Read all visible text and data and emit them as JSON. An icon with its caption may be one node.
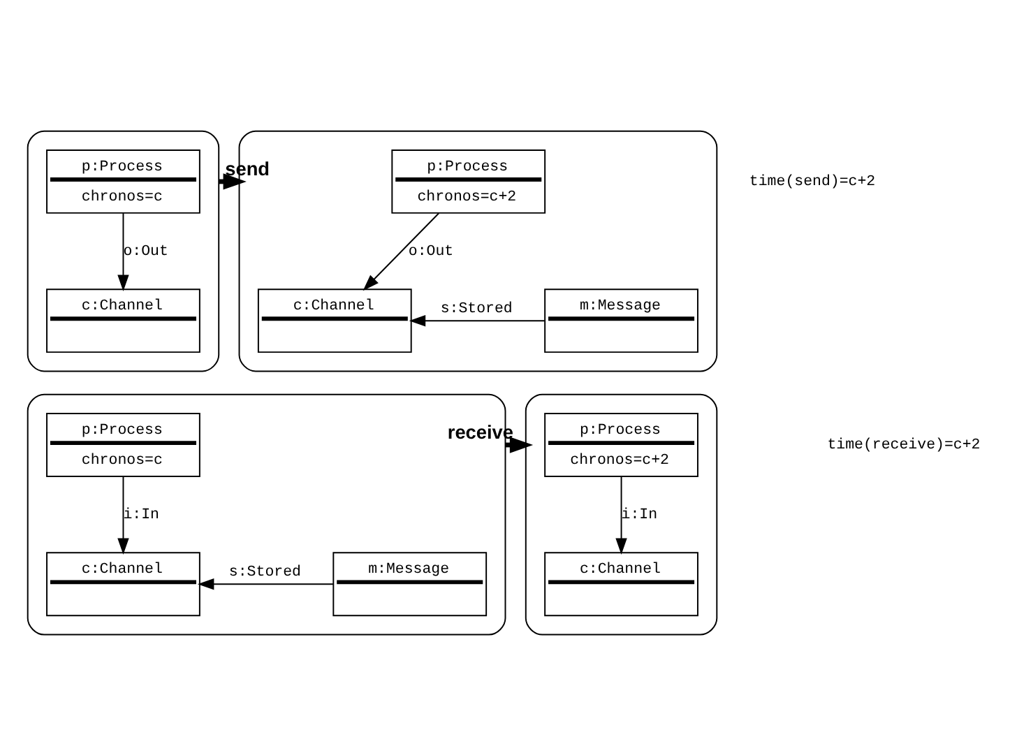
{
  "diagram": {
    "nodes": [
      {
        "text": [],
        "shape": "box"
      },
      {
        "text": [
          "p:Process",
          "chronos=c"
        ],
        "in": 0
      },
      {
        "text": [
          "c:Channel"
        ],
        "in": 0
      },
      {
        "text": [],
        "shape": "box"
      },
      {
        "text": [
          "p:Process",
          "chronos=c+2"
        ],
        "in": 3
      },
      {
        "text": [
          "c:Channel"
        ],
        "in": 3
      },
      {
        "text": [
          "m:Message"
        ],
        "in": 3
      },
      {
        "text": [],
        "shape": "box"
      },
      {
        "text": [
          "p:Process",
          "chronos=c"
        ],
        "in": 7
      },
      {
        "text": [
          "c:Channel"
        ],
        "in": 7
      },
      {
        "text": [
          "m:Message"
        ],
        "in": 7
      },
      {
        "text": [],
        "shape": "box"
      },
      {
        "text": [
          "p:Process",
          "chronos=c+2"
        ],
        "in": 11
      },
      {
        "text": [
          "c:Channel"
        ],
        "in": 11
      }
    ],
    "edges": [
      {
        "from": 1,
        "to": 2,
        "arrow": "to",
        "label": "o:Out"
      },
      {
        "from": 0,
        "to": 3,
        "arrow": "to",
        "label": "send",
        "style": "thick"
      },
      {
        "from": 4,
        "to": 5,
        "arrow": "to",
        "label": "o:Out"
      },
      {
        "from": 6,
        "to": 5,
        "arrow": "to",
        "label": "s:Stored"
      },
      {
        "from": 8,
        "to": 9,
        "arrow": "to",
        "label": "i:In"
      },
      {
        "from": 10,
        "to": 9,
        "arrow": "to",
        "label": "s:Stored"
      },
      {
        "from": 7,
        "to": 11,
        "arrow": "to",
        "label": "receive",
        "style": "thick"
      },
      {
        "from": 12,
        "to": 13,
        "arrow": "to",
        "label": "i:In"
      }
    ],
    "labels": [
      "time(send)=c+2",
      "time(receive)=c+2"
    ]
  }
}
